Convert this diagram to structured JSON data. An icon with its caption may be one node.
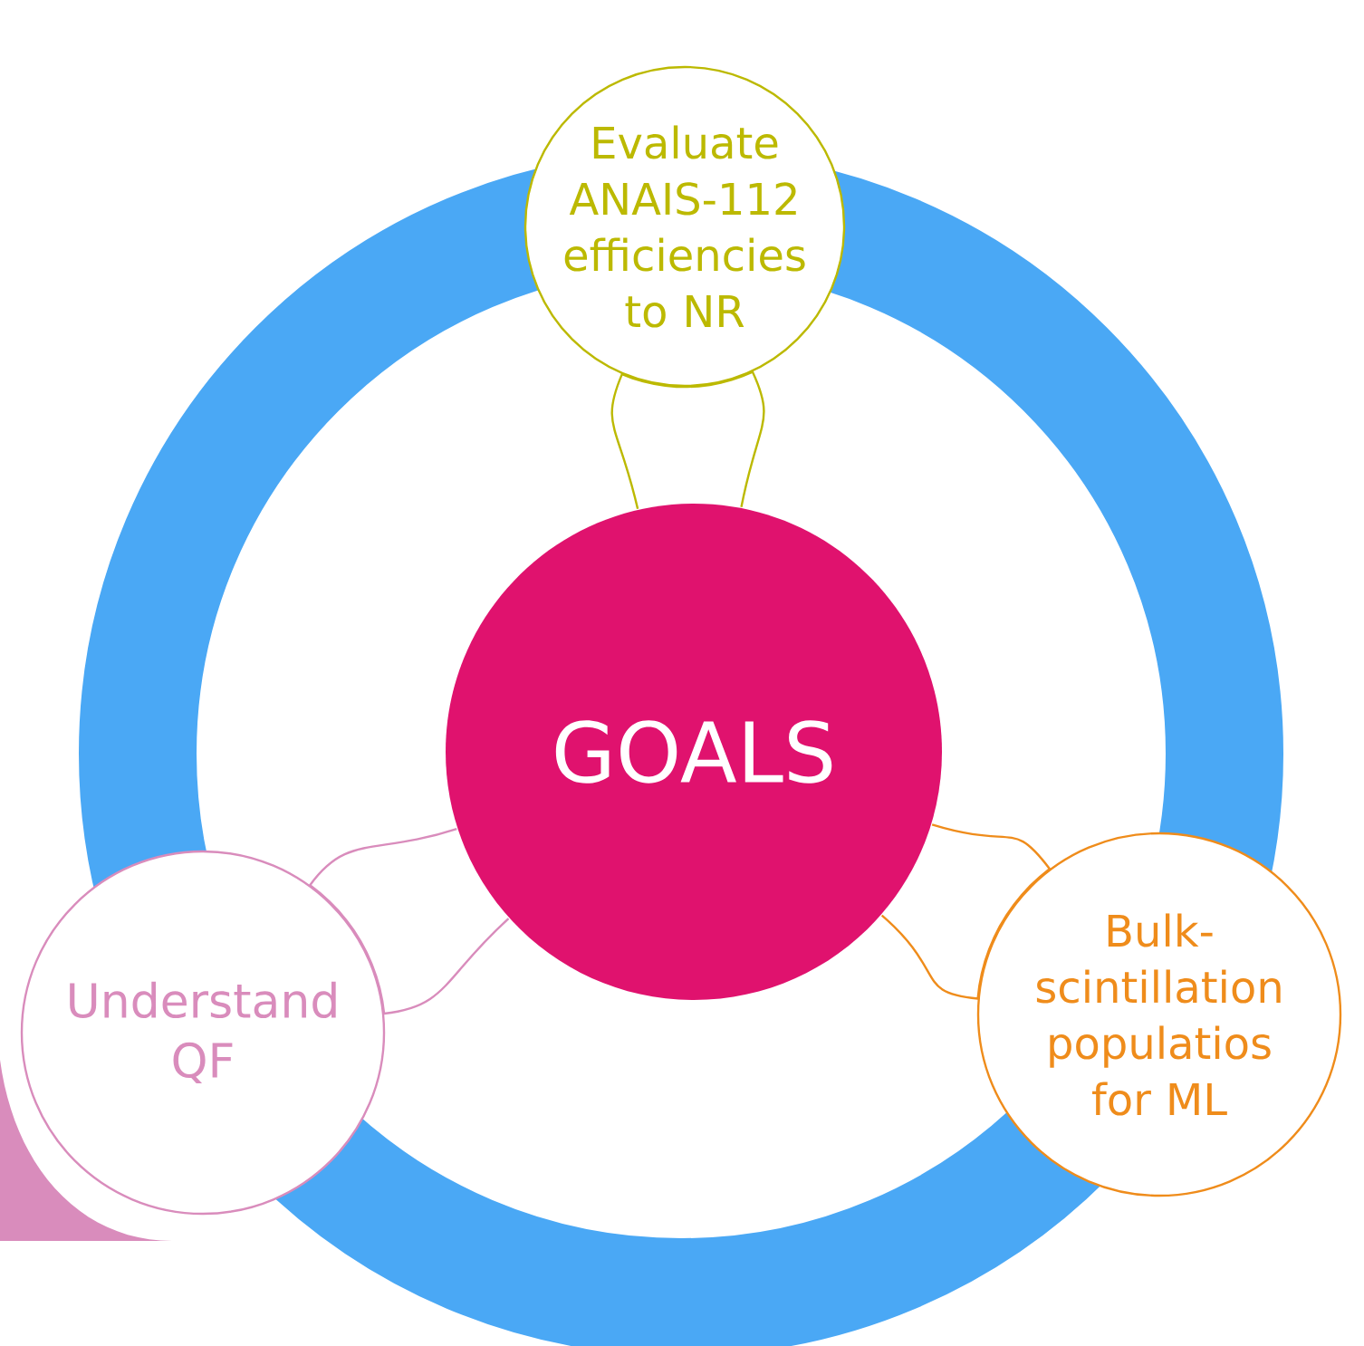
{
  "diagram": {
    "nodes": [
      {
        "text": [
          "GOALS"
        ]
      },
      {
        "text": [
          "Evaluate ANAIS-112 efficiencies to NR"
        ]
      },
      {
        "text": [
          "Bulk-scintillation populatios for ML"
        ]
      },
      {
        "text": [
          "Understand QF"
        ]
      }
    ],
    "edges": [
      {
        "from": 0,
        "to": 1,
        "arrow": "none",
        "color": "#bcb900"
      },
      {
        "from": 0,
        "to": 2,
        "arrow": "none",
        "color": "#ef8c1b"
      },
      {
        "from": 0,
        "to": 3,
        "arrow": "none",
        "color": "#d98cbc"
      }
    ]
  }
}
